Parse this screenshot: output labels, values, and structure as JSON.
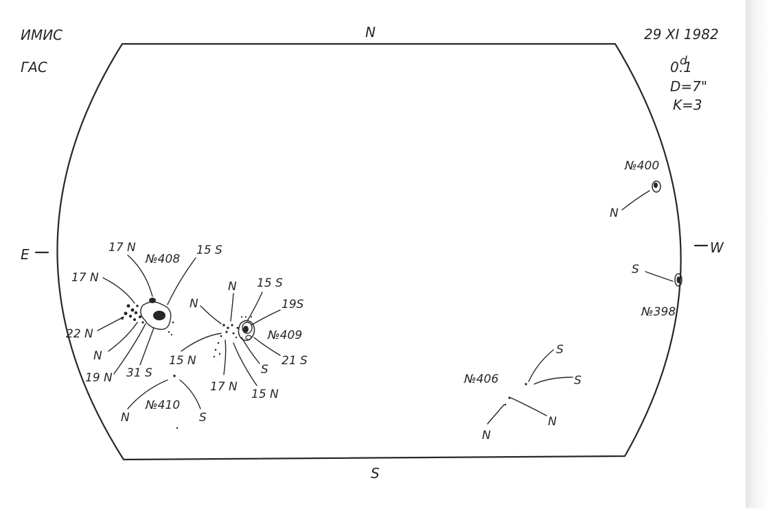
{
  "header": {
    "institute": "ИМИС",
    "observatory": "ГАС",
    "date": "29 XI 1982",
    "time_main": "0",
    "time_sup": "d",
    "time_frac": ".1",
    "diameter": "D=7\"",
    "k_value": "K=3"
  },
  "directions": {
    "north": "N",
    "south": "S",
    "east": "E",
    "west": "W"
  },
  "groups": {
    "g408": {
      "name": "№408",
      "labels": [
        "17 N",
        "15 S",
        "17 N",
        "22 N",
        "N",
        "19 N",
        "31 S"
      ]
    },
    "g409": {
      "name": "№409",
      "labels": [
        "N",
        "N",
        "15 S",
        "19S",
        "21 S",
        "S",
        "15 N",
        "17 N",
        "15 N"
      ]
    },
    "g410": {
      "name": "№410",
      "labels": [
        "N",
        "S"
      ]
    },
    "g406": {
      "name": "№406",
      "labels": [
        "S",
        "S",
        "N",
        "N"
      ]
    },
    "g400": {
      "name": "№400",
      "labels": [
        "N"
      ]
    },
    "g398": {
      "name": "№398",
      "labels": [
        "S"
      ]
    }
  },
  "colors": {
    "ink": "#262626",
    "paper": "#ffffff"
  }
}
